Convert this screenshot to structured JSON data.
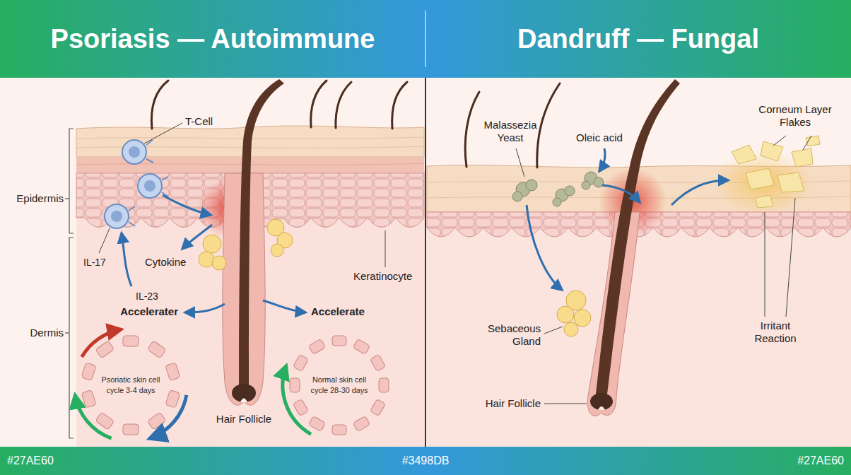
{
  "diagram": {
    "nodes": [
      {
        "text": [
          "Psoriasis — Autoimmune"
        ]
      },
      {
        "text": [
          "Dandruff — Fungal"
        ]
      },
      {
        "text": [
          "Psoriatic skin cell cycle 3-4 days"
        ]
      },
      {
        "text": [
          "Normal skin cell cycle 28-30 days"
        ]
      },
      {
        "text": [
          "#27AE60",
          "#3498DB",
          "#27AE60"
        ]
      }
    ],
    "labels": [
      "T-Cell",
      "Epidermis",
      "Dermis",
      "IL-17",
      "Cytokine",
      "IL-23",
      "Accelerater",
      "Accelerate",
      "Keratinocyte",
      "Hair Follicle",
      "Malassezia Yeast",
      "Oleic acid",
      "Corneum Layer Flakes",
      "Sebaceous Gland",
      "Irritant Reaction",
      "Hair Follicle"
    ]
  }
}
